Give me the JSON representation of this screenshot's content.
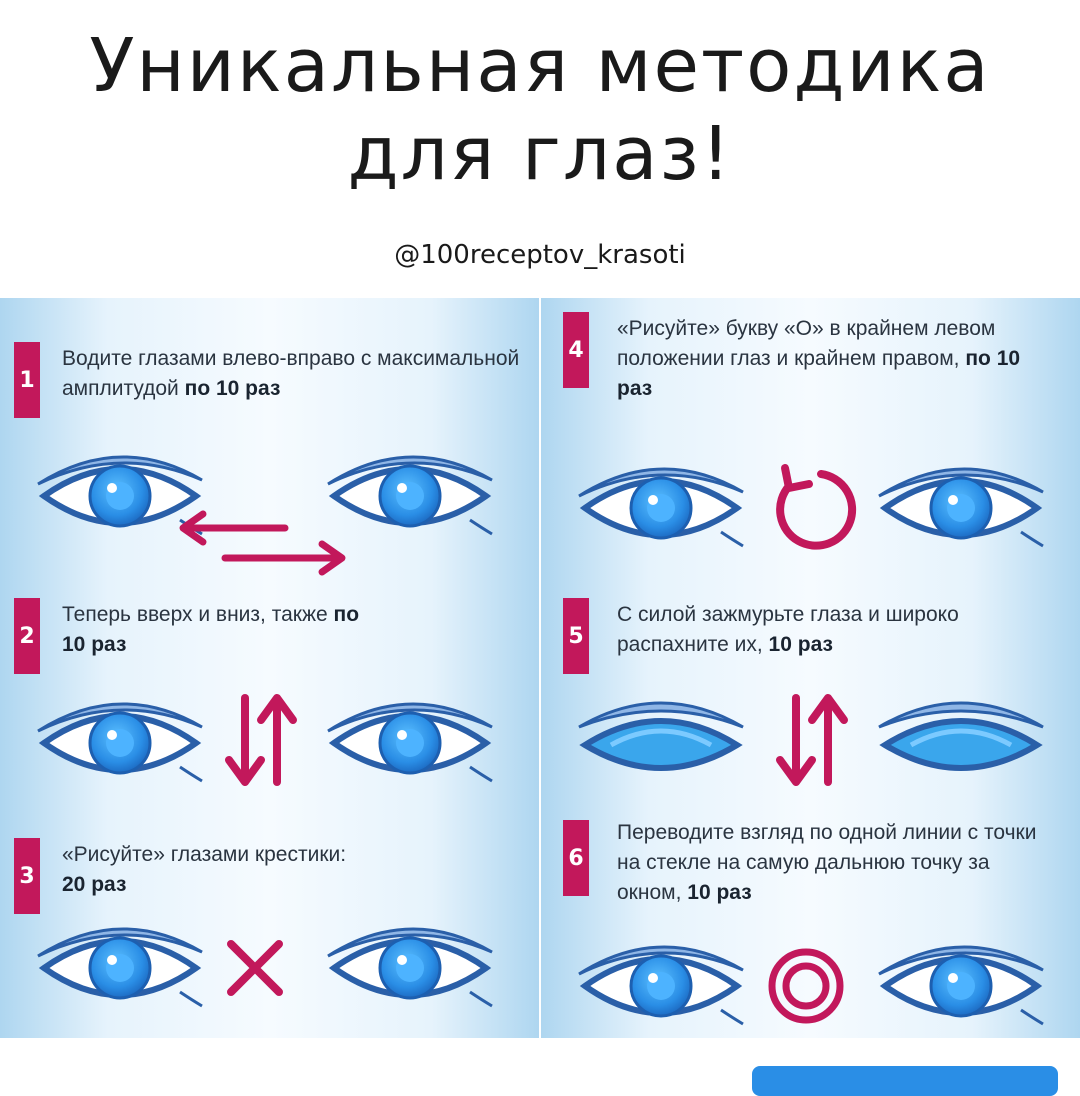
{
  "header": {
    "title_line1": "Уникальная методика",
    "title_line2": "для глаз!",
    "handle": "@100receptov_krasoti"
  },
  "steps": [
    {
      "number": "1",
      "text": "Водите глазами влево-вправо с максимальной амплитудой",
      "count": "по 10 раз"
    },
    {
      "number": "2",
      "text": "Теперь вверх и вниз, также",
      "count": "по 10 раз"
    },
    {
      "number": "3",
      "text": "«Рисуйте» глазами крестики:",
      "count": "20 раз"
    },
    {
      "number": "4",
      "text": "«Рисуйте» букву «О» в крайнем левом положении глаз и крайнем правом,",
      "count": "по 10 раз"
    },
    {
      "number": "5",
      "text": "С силой зажмурьте глаза и широко распахните их,",
      "count": "10 раз"
    },
    {
      "number": "6",
      "text": "Переводите взгляд по одной линии с точки на стекле на самую дальнюю точку за окном,",
      "count": "10 раз"
    }
  ],
  "colors": {
    "accent": "#c2185b",
    "eye_outline": "#2a5fa8",
    "iris": "#2f8fe0",
    "lid": "#8fb6e6"
  },
  "icons": {
    "step1_motion": "left-right-arrows-icon",
    "step2_motion": "up-down-arrows-icon",
    "step3_motion": "cross-icon",
    "step4_motion": "circular-arrow-icon",
    "step6_motion": "target-rings-icon"
  }
}
